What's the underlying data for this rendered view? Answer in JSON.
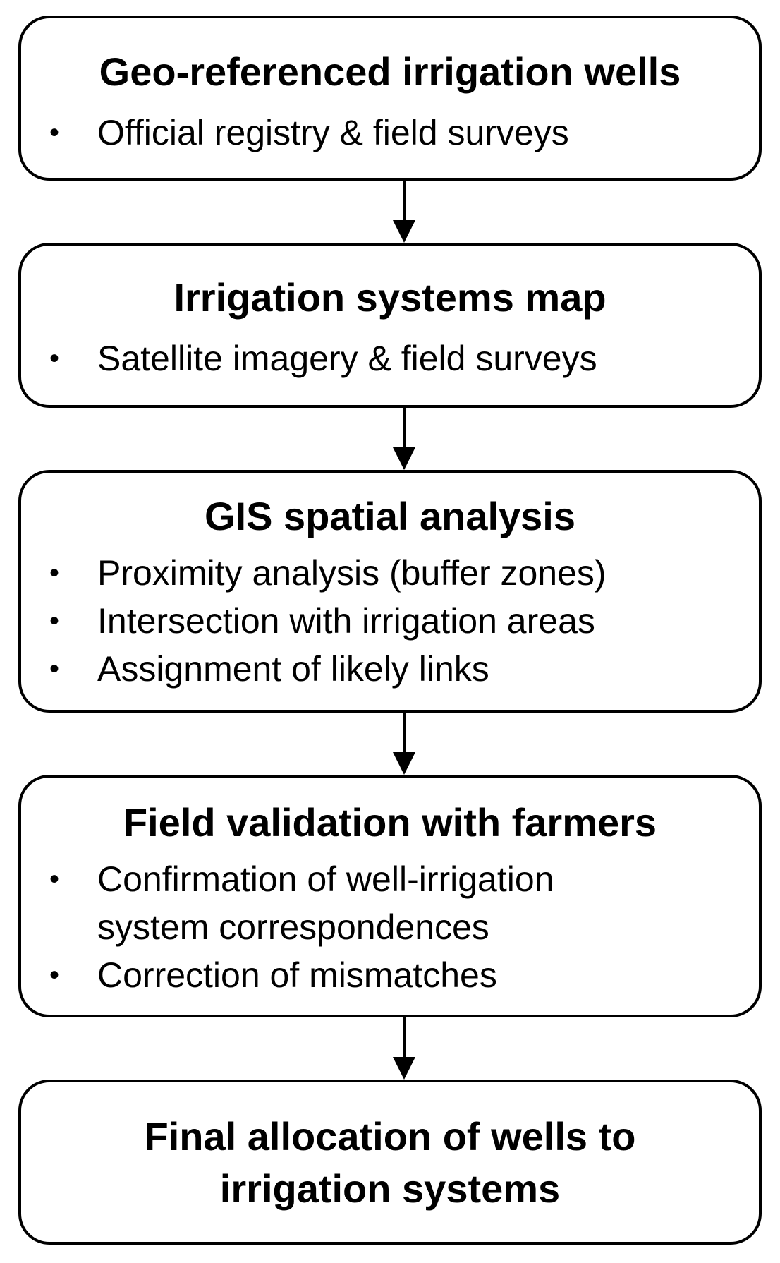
{
  "flowchart": {
    "steps": [
      {
        "title": "Geo-referenced irrigation wells",
        "bullets": [
          "Official registry & field surveys"
        ]
      },
      {
        "title": "Irrigation systems map",
        "bullets": [
          "Satellite imagery & field surveys"
        ]
      },
      {
        "title": "GIS spatial analysis",
        "bullets": [
          "Proximity analysis (buffer zones)",
          "Intersection with irrigation areas",
          "Assignment of likely links"
        ]
      },
      {
        "title": "Field validation with farmers",
        "bullets": [
          "Confirmation of well-irrigation",
          "system correspondences",
          "Correction of mismatches"
        ]
      },
      {
        "title_line1": "Final allocation of wells to",
        "title_line2": "irrigation systems"
      }
    ],
    "bullet_symbol": "•",
    "colors": {
      "stroke": "#000000",
      "fill": "#ffffff",
      "text": "#000000"
    }
  }
}
